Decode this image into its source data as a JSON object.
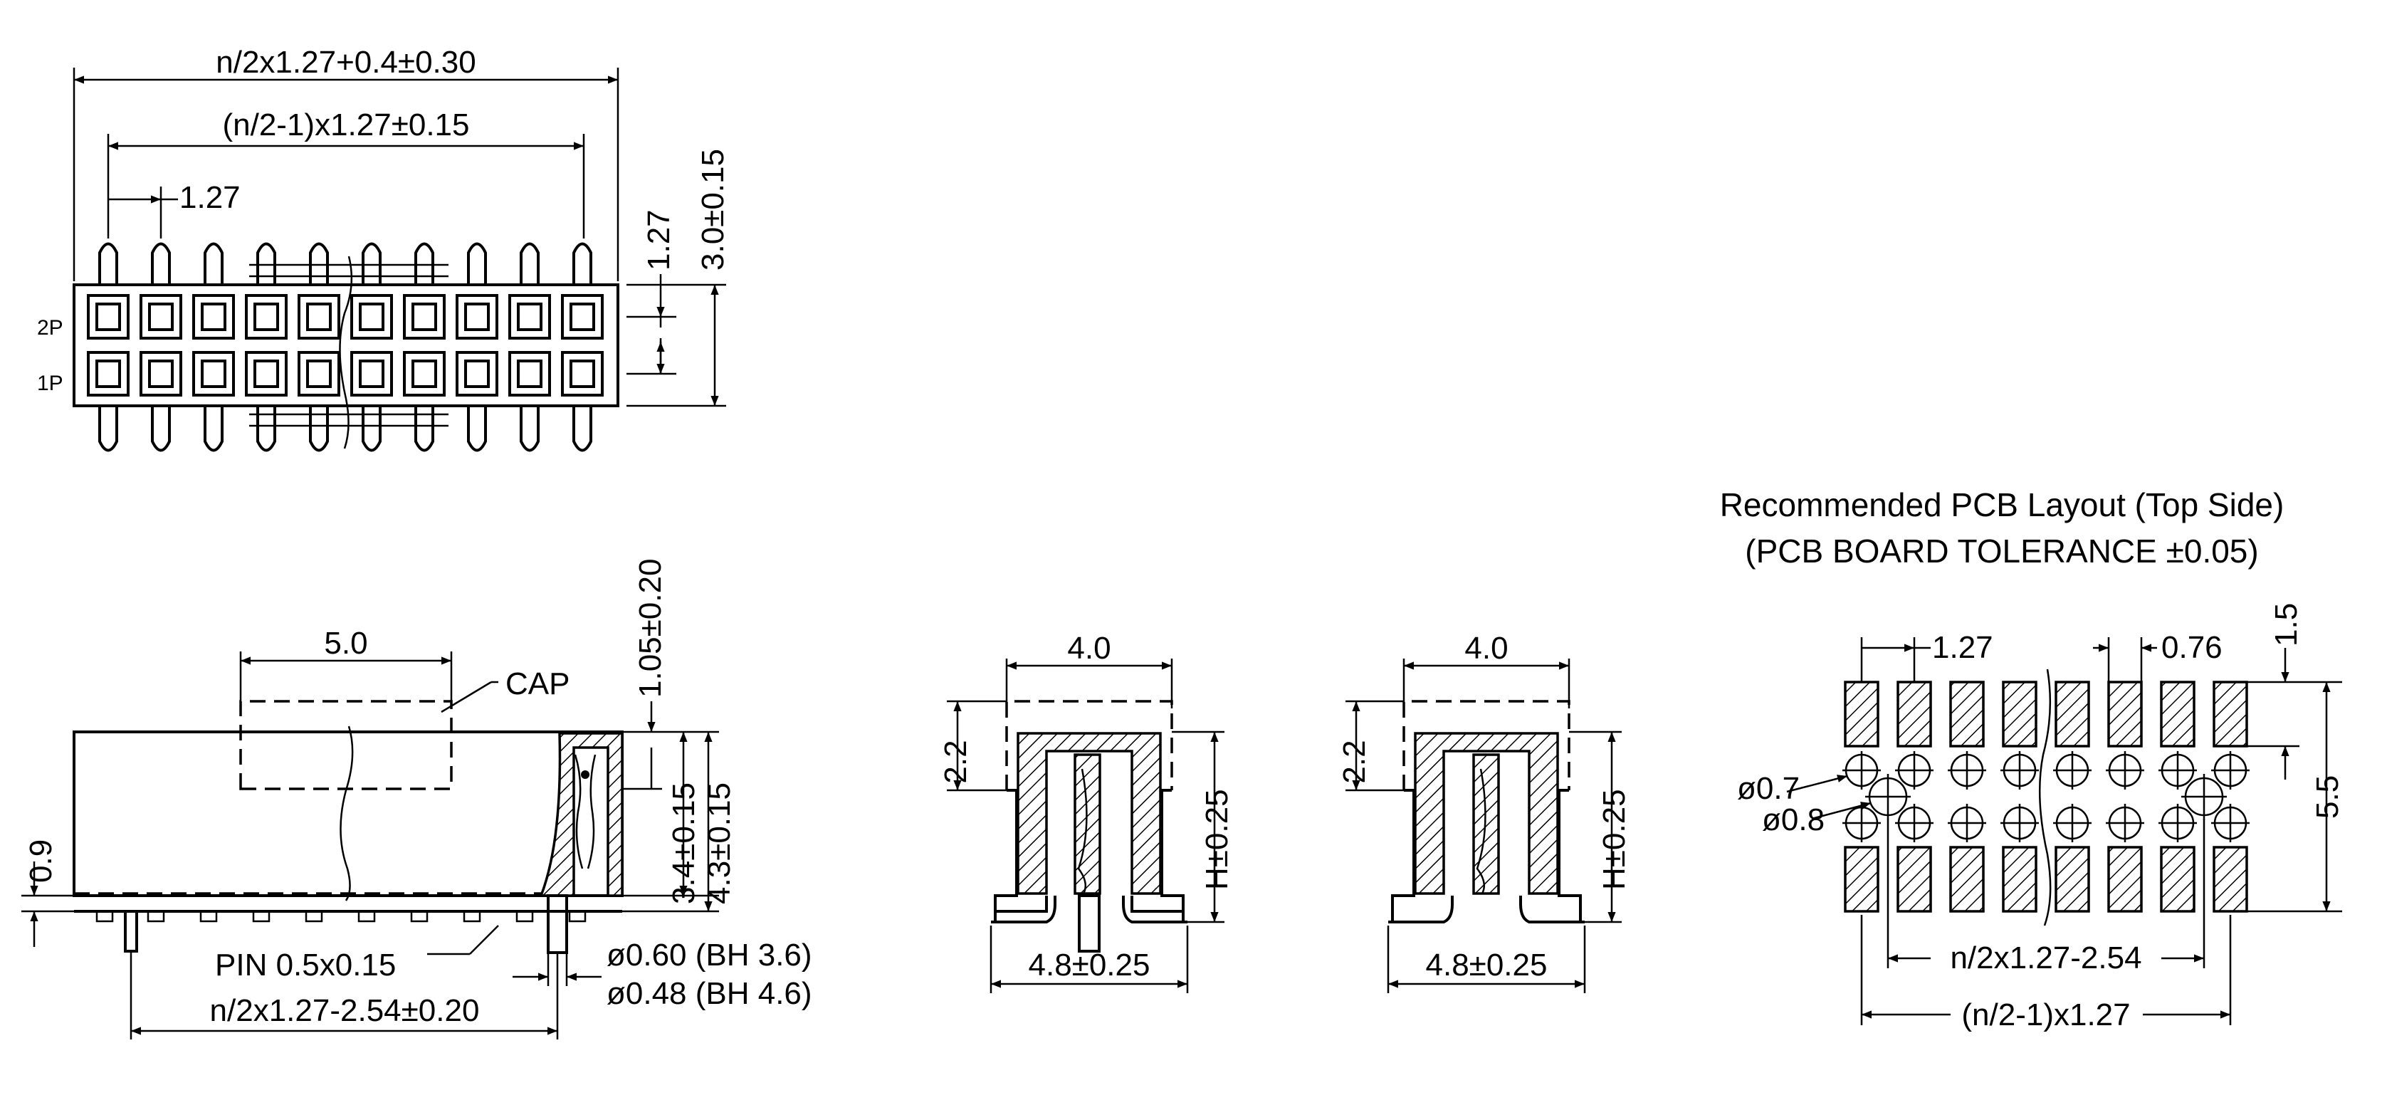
{
  "top_view": {
    "overall_width": "n/2x1.27+0.4±0.30",
    "pin_span": "(n/2-1)x1.27±0.15",
    "pitch": "1.27",
    "row_pitch": "1.27",
    "body_height": "3.0±0.15",
    "row2_label": "2P",
    "row1_label": "1P"
  },
  "side_view": {
    "cap_width": "5.0",
    "cap_label": "CAP",
    "cap_height": "1.05±0.20",
    "height_a": "3.4±0.15",
    "height_b": "4.3±0.15",
    "standoff": "0.9",
    "pin_size": "PIN 0.5x0.15",
    "pin_dia_1": "ø0.60 (BH 3.6)",
    "pin_dia_2": "ø0.48 (BH 4.6)",
    "tail_span": "n/2x1.27-2.54±0.20"
  },
  "end_view_1": {
    "cap_width": "4.0",
    "cap_depth": "2.2",
    "height": "H±0.25",
    "footprint": "4.8±0.25"
  },
  "end_view_2": {
    "cap_width": "4.0",
    "cap_depth": "2.2",
    "height": "H±0.25",
    "footprint": "4.8±0.25"
  },
  "pcb_layout": {
    "title_line1": "Recommended PCB Layout (Top Side)",
    "title_line2": "(PCB BOARD TOLERANCE ±0.05)",
    "pitch": "1.27",
    "pad_width": "0.76",
    "pad_length": "1.5",
    "pad_span": "5.5",
    "hole_small": "ø0.7",
    "hole_large": "ø0.8",
    "inner_span": "n/2x1.27-2.54",
    "outer_span": "(n/2-1)x1.27"
  }
}
